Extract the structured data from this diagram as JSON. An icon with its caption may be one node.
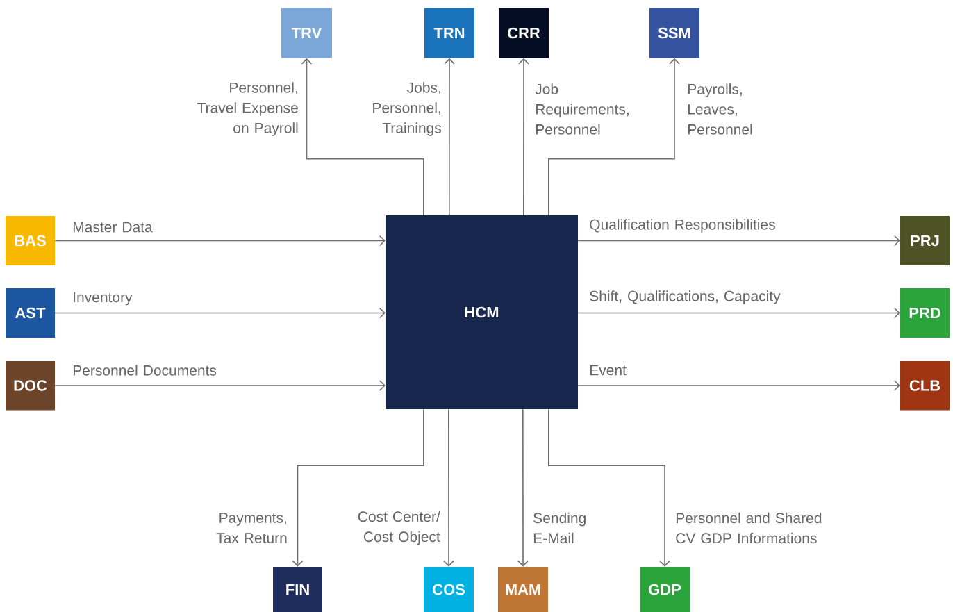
{
  "diagram": {
    "nodes": [
      {
        "text": [
          "TRV"
        ]
      },
      {
        "text": [
          "TRN"
        ]
      },
      {
        "text": [
          "CRR"
        ]
      },
      {
        "text": [
          "SSM"
        ]
      },
      {
        "text": [
          "BAS"
        ]
      },
      {
        "text": [
          "HCM"
        ]
      },
      {
        "text": [
          "PRJ"
        ]
      },
      {
        "text": [
          "AST"
        ]
      },
      {
        "text": [
          "PRD"
        ]
      },
      {
        "text": [
          "DOC"
        ]
      },
      {
        "text": [
          "CLB"
        ]
      },
      {
        "text": [
          "FIN"
        ]
      },
      {
        "text": [
          "COS"
        ]
      },
      {
        "text": [
          "MAM"
        ]
      },
      {
        "text": [
          "GDP"
        ]
      }
    ],
    "edges": [
      {
        "from": 5,
        "to": 0,
        "arrow": "to",
        "label": "Personnel, Travel Expense on Payroll"
      },
      {
        "from": 5,
        "to": 1,
        "arrow": "to",
        "label": "Jobs, Personnel, Trainings"
      },
      {
        "from": 5,
        "to": 2,
        "arrow": "to",
        "label": "Job Requirements, Personnel"
      },
      {
        "from": 5,
        "to": 3,
        "arrow": "to",
        "label": "Payrolls, Leaves, Personnel"
      },
      {
        "from": 4,
        "to": 5,
        "arrow": "to",
        "label": "Master Data"
      },
      {
        "from": 7,
        "to": 5,
        "arrow": "to",
        "label": "Inventory"
      },
      {
        "from": 9,
        "to": 5,
        "arrow": "to",
        "label": "Personnel Documents"
      },
      {
        "from": 5,
        "to": 6,
        "arrow": "to",
        "label": "Qualification Responsibilities"
      },
      {
        "from": 5,
        "to": 8,
        "arrow": "to",
        "label": "Shift, Qualifications, Capacity"
      },
      {
        "from": 5,
        "to": 10,
        "arrow": "to",
        "label": "Event"
      },
      {
        "from": 5,
        "to": 11,
        "arrow": "to",
        "label": "Payments, Tax Return"
      },
      {
        "from": 5,
        "to": 12,
        "arrow": "to",
        "label": "Cost Center/ Cost Object"
      },
      {
        "from": 5,
        "to": 13,
        "arrow": "to",
        "label": "Sending E-Mail"
      },
      {
        "from": 5,
        "to": 14,
        "arrow": "to",
        "label": "Personnel and Shared CV GDP Informations"
      }
    ]
  }
}
